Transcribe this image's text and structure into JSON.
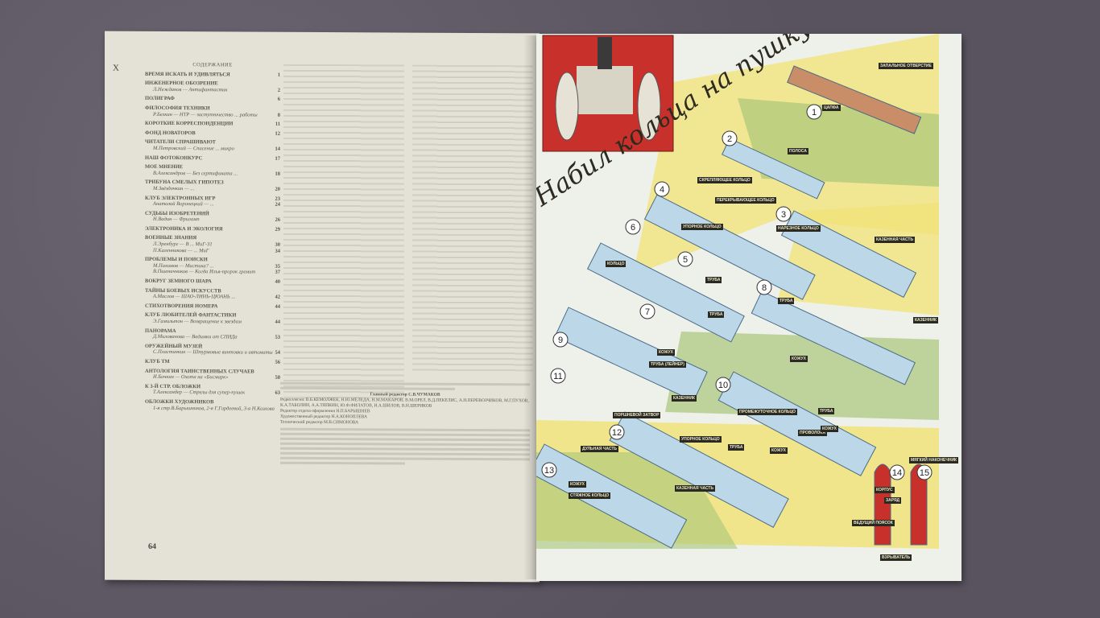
{
  "left_page": {
    "margin_mark": "Х",
    "toc_heading": "СОДЕРЖАНИЕ",
    "toc": [
      {
        "section": "ВРЕМЯ ИСКАТЬ И УДИВЛЯТЬСЯ",
        "page": "1"
      },
      {
        "section": "ИНЖЕНЕРНОЕ ОБОЗРЕНИЕ",
        "page": "",
        "items": [
          {
            "text": "Л.Нежданов — Антифантастик",
            "page": "2"
          }
        ]
      },
      {
        "section": "ПОЛИГРАФ",
        "page": "6"
      },
      {
        "section": "ФИЛОСОФИЯ ТЕХНИКИ",
        "page": "",
        "items": [
          {
            "text": "Р.Белкин — НТР — заступничество ... работы",
            "page": "8"
          }
        ]
      },
      {
        "section": "КОРОТКИЕ КОРРЕСПОНДЕНЦИИ",
        "page": "11"
      },
      {
        "section": "ФОНД НОВАТОРОВ",
        "page": "12"
      },
      {
        "section": "ЧИТАТЕЛИ СПРАШИВАЮТ",
        "page": "",
        "items": [
          {
            "text": "М.Петровский — Спасение ... микро",
            "page": "14"
          }
        ]
      },
      {
        "section": "НАШ ФОТОКОНКУРС",
        "page": "17"
      },
      {
        "section": "МОЕ МНЕНИЕ",
        "page": "",
        "items": [
          {
            "text": "В.Александров — Без сертификата ...",
            "page": "18"
          }
        ]
      },
      {
        "section": "ТРИБУНА СМЕЛЫХ ГИПОТЕЗ",
        "page": "",
        "items": [
          {
            "text": "М.Звёздочкин — ...",
            "page": "20"
          }
        ]
      },
      {
        "section": "КЛУБ ЭЛЕКТРОННЫХ ИГР",
        "page": "23",
        "items": [
          {
            "text": "Анатолий Воронецкий — ...",
            "page": "24"
          }
        ]
      },
      {
        "section": "СУДЬБЫ ИЗОБРЕТЕНИЙ",
        "page": "",
        "items": [
          {
            "text": "Н.Вадин — Фриламп",
            "page": "26"
          }
        ]
      },
      {
        "section": "ЭЛЕКТРОНИКА И ЭКОЛОГИЯ",
        "page": "29"
      },
      {
        "section": "ВОЕННЫЕ ЗНАНИЯ",
        "page": "",
        "items": [
          {
            "text": "Л.Эренбург — В ... МиГ-31",
            "page": "30"
          },
          {
            "text": "П.Каленникова — ... МиГ",
            "page": "34"
          }
        ]
      },
      {
        "section": "ПРОБЛЕМЫ И ПОИСКИ",
        "page": "",
        "items": [
          {
            "text": "М.Пахомов — Мистика? ...",
            "page": "35"
          },
          {
            "text": "В.Пшеничников — Когда Илья-пророк гремит",
            "page": "37"
          }
        ]
      },
      {
        "section": "ВОКРУГ ЗЕМНОГО ШАРА",
        "page": "40"
      },
      {
        "section": "ТАЙНЫ БОЕВЫХ ИСКУССТВ",
        "page": "",
        "items": [
          {
            "text": "А.Маслов — ШАО-ЛИНЬ-ЦЮАНЬ ...",
            "page": "42"
          }
        ]
      },
      {
        "section": "СТИХОТВОРЕНИЯ НОМЕРА",
        "page": "44"
      },
      {
        "section": "КЛУБ ЛЮБИТЕЛЕЙ ФАНТАСТИКИ",
        "page": "",
        "items": [
          {
            "text": "Э.Гамильтон — Возвращение к звездам",
            "page": "44"
          }
        ]
      },
      {
        "section": "ПАНОРАМА",
        "page": "",
        "items": [
          {
            "text": "Д.Милованова — Вадимки от СПИДа",
            "page": "53"
          }
        ]
      },
      {
        "section": "ОРУЖЕЙНЫЙ МУЗЕЙ",
        "page": "",
        "items": [
          {
            "text": "С.Пластинкин — Штурмовые винтовки и автоматы",
            "page": "54"
          }
        ]
      },
      {
        "section": "КЛУБ ТМ",
        "page": "56"
      },
      {
        "section": "АНТОЛОГИЯ ТАИНСТВЕННЫХ СЛУЧАЕВ",
        "page": "",
        "items": [
          {
            "text": "И.Бочкин — Охота на «Бисмарк»",
            "page": "58"
          }
        ]
      },
      {
        "section": "К 3-Й СТР. ОБЛОЖКИ",
        "page": "",
        "items": [
          {
            "text": "Т.Александер — Стрелы для супер-пушек",
            "page": "63"
          }
        ]
      },
      {
        "section": "ОБЛОЖКИ ХУДОЖНИКОВ",
        "page": "",
        "items": [
          {
            "text": "1-я стр.В.Барышников, 2-я Г.Гордеевой, 3-я Н.Козлова",
            "page": ""
          }
        ]
      }
    ],
    "page_number": "64",
    "masthead": {
      "chief_editor": "Главный редактор С.В.ЧУМАКОВ",
      "board": "Редколлегия: В.Б.КЕМОЛЖЕК, Н.Ю.МЕЛЕДА, Н.М.МАКАРОВ, В.М.ОРЕЛ, В.Д.ПЕКЕЛИС, А.Н.ПЕРЕВОЗЧИКОВ, М.Г.ПУХОВ, К.А.ТАБОЛИН, А.А.ТЯПКИН, Ю.Ф.ФИЛАТОВ, Н.А.ШИЛОВ, В.Н.ШЕРИКОВ",
      "art_editor": "Редактор отдела оформления Н.П.БАРЫШНЕВ",
      "art_director": "Художественный редактор Н.А.КОНОПЛЕВА",
      "tech_editor": "Технический редактор М.В.СИМОНОВА"
    }
  },
  "right_page": {
    "title": "Набил кольца на пушку туго",
    "numbers": [
      "1",
      "2",
      "3",
      "4",
      "5",
      "6",
      "7",
      "8",
      "9",
      "10",
      "11",
      "12",
      "13",
      "14",
      "15"
    ],
    "labels": [
      "ЦАПФА",
      "ЗАПАЛЬНОЕ ОТВЕРСТИЕ",
      "ПОЛОСА",
      "СКРЕПЛЯЮЩЕЕ КОЛЬЦО",
      "УПОРНОЕ КОЛЬЦО",
      "ПЕРЕКРЫВАЮЩЕЕ КОЛЬЦО",
      "НАРЕЗНОЕ КОЛЬЦО",
      "КАЗЕННАЯ ЧАСТЬ",
      "ТРУБА",
      "КОЛЬЦО",
      "ТРУБА",
      "ТРУБА",
      "КОЖУХ",
      "КАЗЕННИК",
      "ТРУБА (ЛЕЙНЕР)",
      "КОЖУХ",
      "КАЗЕННИК",
      "ПОРШНЕВОЙ ЗАТВОР",
      "ПРОМЕЖУТОЧНОЕ КОЛЬЦО",
      "ПРОВОЛОКА",
      "УПОРНОЕ КОЛЬЦО",
      "ТРУБА",
      "КОЖУХ",
      "ДУЛЬНАЯ ЧАСТЬ",
      "ТРУБА",
      "КОЖУХ",
      "КОЖУХ",
      "СТЯЖНОЕ КОЛЬЦО",
      "КАЗЕННАЯ ЧАСТЬ",
      "МЯГКИЙ НАКОНЕЧНИК",
      "КОРПУС",
      "ЗАРЯД",
      "ВЕДУЩИЙ ПОЯСОК",
      "ВЗРЫВАТЕЛЬ"
    ],
    "colors": {
      "photo_bg": "#c8312b",
      "yellow": "#f1e37a",
      "green": "#a9c67a",
      "tube": "#bcd7e8",
      "liner": "#d99a6a"
    }
  }
}
